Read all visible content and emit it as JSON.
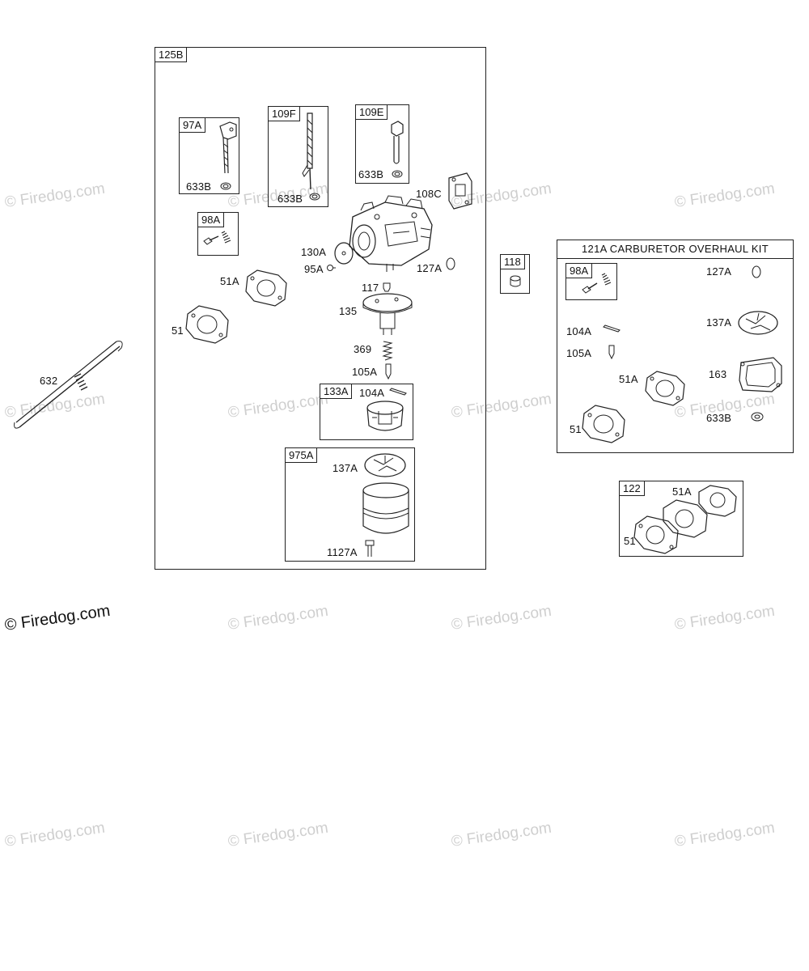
{
  "watermarks": {
    "text": "© Firedog.com"
  },
  "assembly_125b": {
    "tag": "125B",
    "box_97a": {
      "tag": "97A",
      "part_label": "633B"
    },
    "box_109f": {
      "tag": "109F",
      "part_label": "633B"
    },
    "box_109e": {
      "tag": "109E",
      "part_label": "633B"
    },
    "box_98a": {
      "tag": "98A"
    },
    "labels": {
      "p108c": "108C",
      "p130a": "130A",
      "p95a": "95A",
      "p127a": "127A",
      "p51a": "51A",
      "p51": "51",
      "p117": "117",
      "p135": "135",
      "p369": "369",
      "p105a": "105A"
    },
    "box_133a": {
      "tag": "133A",
      "part_label": "104A"
    },
    "box_975a": {
      "tag": "975A",
      "label_137a": "137A",
      "label_1127a": "1127A"
    }
  },
  "linkage": {
    "label": "632"
  },
  "box_118": {
    "tag": "118"
  },
  "kit_121a": {
    "title": "121A CARBURETOR OVERHAUL KIT",
    "box_98a": {
      "tag": "98A"
    },
    "labels": {
      "p127a": "127A",
      "p137a": "137A",
      "p104a": "104A",
      "p105a": "105A",
      "p51a": "51A",
      "p163": "163",
      "p51": "51",
      "p633b": "633B"
    }
  },
  "box_122": {
    "tag": "122",
    "label_51a": "51A",
    "label_51": "51"
  }
}
